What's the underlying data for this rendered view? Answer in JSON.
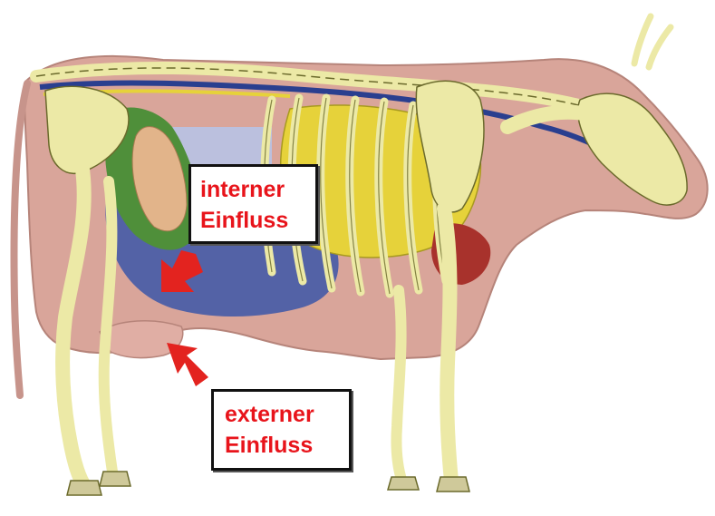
{
  "labels": {
    "internal": {
      "line1": "interner",
      "line2": "Einfluss"
    },
    "external": {
      "line1": "externer",
      "line2": "Einfluss"
    }
  },
  "colors": {
    "label_text": "#e8141b",
    "arrow": "#e3231f",
    "bone": "#ece9a6",
    "bone_outline": "#6b6a2c",
    "skin": "#d9a59a",
    "rumen_blue": "#3b56a8",
    "organ_yellow": "#e6d23a",
    "organ_green": "#4f8f3a",
    "spinal_blue": "#2a3f8f"
  },
  "icons": {
    "internal_arrow": "red-arrow-down-left",
    "external_arrow": "red-arrow-up-left"
  }
}
